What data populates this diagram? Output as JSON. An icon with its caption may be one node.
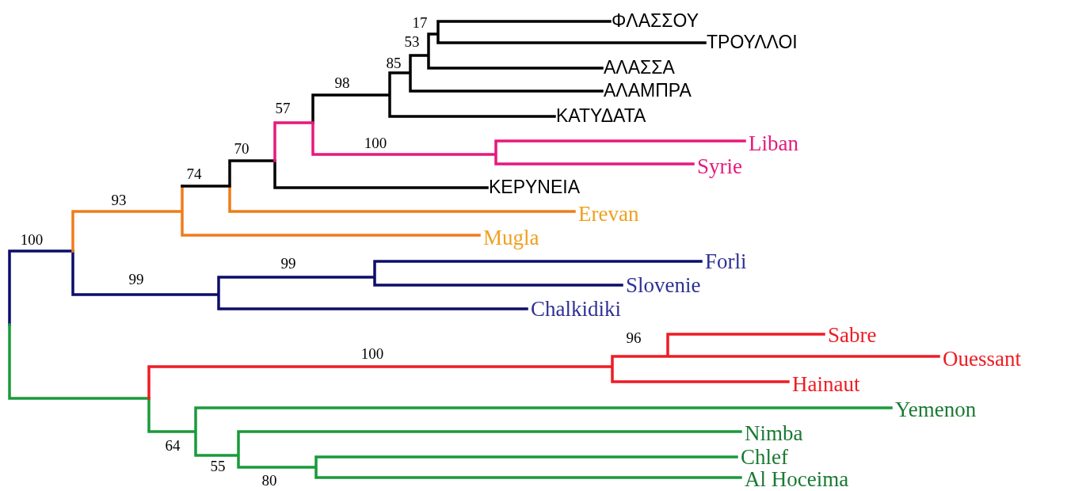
{
  "diagram": {
    "nodes": [
      {
        "text": [
          "ΦΛΑΣΣΟΥ"
        ]
      },
      {
        "text": [
          "ΤΡΟΥΛΛΟΙ"
        ]
      },
      {
        "text": [
          "ΑΛΑΣΣΑ"
        ]
      },
      {
        "text": [
          "ΑΛΑΜΠΡΑ"
        ]
      },
      {
        "text": [
          "ΚΑΤΥΔΑΤΑ"
        ]
      },
      {
        "text": [
          "Liban"
        ]
      },
      {
        "text": [
          "Syrie"
        ]
      },
      {
        "text": [
          "ΚΕΡΥΝΕΙΑ"
        ]
      },
      {
        "text": [
          "Erevan"
        ]
      },
      {
        "text": [
          "Mugla"
        ]
      },
      {
        "text": [
          "Forli"
        ]
      },
      {
        "text": [
          "Slovenie"
        ]
      },
      {
        "text": [
          "Chalkidiki"
        ]
      },
      {
        "text": [
          "Sabre"
        ]
      },
      {
        "text": [
          "Ouessant"
        ]
      },
      {
        "text": [
          "Hainaut"
        ]
      },
      {
        "text": [
          "Yemenon"
        ]
      },
      {
        "text": [
          "Nimba"
        ]
      },
      {
        "text": [
          "Chlef"
        ]
      },
      {
        "text": [
          "Al Hoceima"
        ]
      }
    ],
    "labels": [
      "17",
      "53",
      "85",
      "98",
      "57",
      "100",
      "70",
      "74",
      "93",
      "100",
      "99",
      "99",
      "96",
      "100",
      "64",
      "55",
      "80"
    ]
  }
}
